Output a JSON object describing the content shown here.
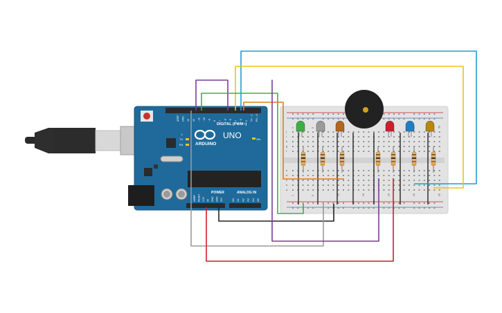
{
  "board": {
    "logo_text": "ARDUINO",
    "model": "UNO",
    "digital_label": "DIGITAL (PWM~)",
    "power_label": "POWER",
    "analog_label": "ANALOG IN",
    "on_label": "ON",
    "tx_label": "TX",
    "rx_label": "RX",
    "l_label": "L",
    "digital_pins": [
      "AREF",
      "GND",
      "13",
      "12",
      "~11",
      "~10",
      "~9",
      "8",
      "7",
      "~6",
      "~5",
      "4",
      "~3",
      "2",
      "TX→1",
      "RX←0"
    ],
    "power_pins": [
      "IOREF",
      "RESET",
      "3.3V",
      "5V",
      "GND",
      "GND",
      "VIN"
    ],
    "analog_pins": [
      "A0",
      "A1",
      "A2",
      "A3",
      "A4",
      "A5"
    ]
  },
  "breadboard": {
    "column_numbers": [
      "1",
      "5",
      "10",
      "15",
      "20",
      "25",
      "30"
    ],
    "row_letters_top": [
      "j",
      "i",
      "h",
      "g",
      "f"
    ],
    "row_letters_bottom": [
      "e",
      "d",
      "c",
      "b",
      "a"
    ]
  },
  "components": {
    "leds": [
      {
        "name": "led-green",
        "color": "#3cb043"
      },
      {
        "name": "led-white",
        "color": "#9a9a9a"
      },
      {
        "name": "led-orange",
        "color": "#b5651d"
      },
      {
        "name": "led-red",
        "color": "#cc1f2b"
      },
      {
        "name": "led-blue",
        "color": "#1f7fc6"
      },
      {
        "name": "led-yellow",
        "color": "#b8860b"
      }
    ],
    "buzzer": {
      "color": "#222222",
      "dot": "#d4a017"
    }
  },
  "wire_colors": {
    "blue": "#1a9fd0",
    "yellow": "#e8c41c",
    "purple": "#7a3b96",
    "green": "#3cb043",
    "orange": "#e07b1a",
    "black": "#222222",
    "gray": "#9a9a9a",
    "red": "#cc1f2b"
  }
}
